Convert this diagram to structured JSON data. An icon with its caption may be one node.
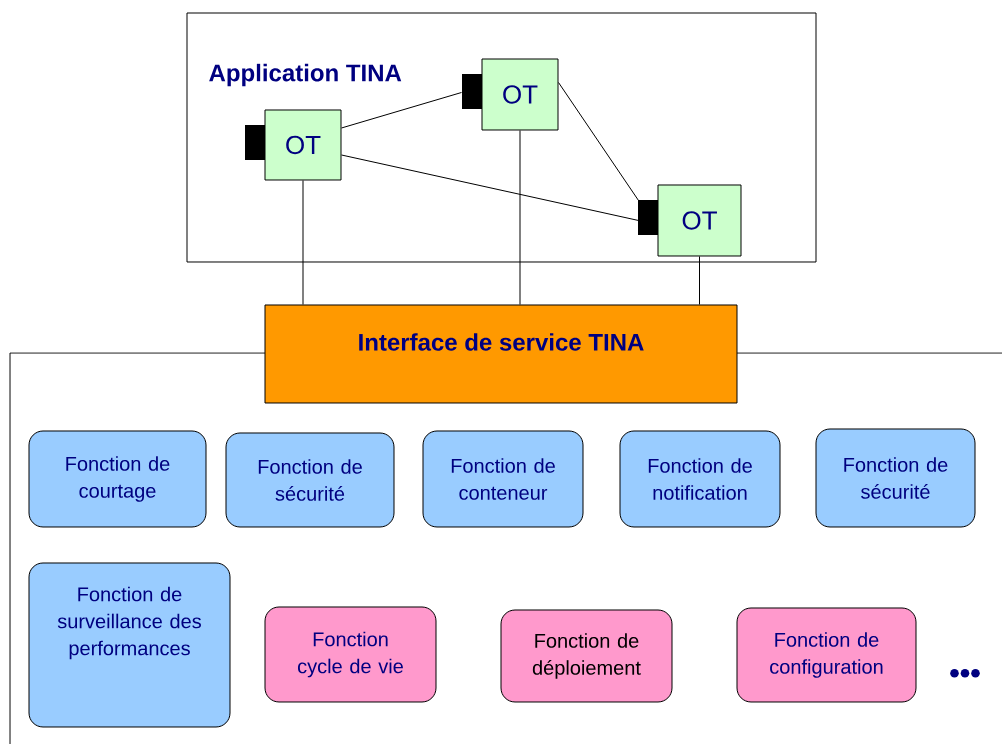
{
  "diagram": {
    "nodes": [
      {
        "text": [
          "Application TINA"
        ]
      },
      {
        "text": [
          "OT"
        ],
        "in": 0
      },
      {
        "text": [
          "OT"
        ],
        "in": 0
      },
      {
        "text": [
          "OT"
        ],
        "in": 0
      },
      {
        "text": [
          "Interface de service TINA"
        ]
      },
      {
        "text": [],
        "shape": "box"
      },
      {
        "text": [
          "Fonction de courtage"
        ],
        "in": 5
      },
      {
        "text": [
          "Fonction de sécurité"
        ],
        "in": 5
      },
      {
        "text": [
          "Fonction de conteneur"
        ],
        "in": 5
      },
      {
        "text": [
          "Fonction de notification"
        ],
        "in": 5
      },
      {
        "text": [
          "Fonction de sécurité"
        ],
        "in": 5
      },
      {
        "text": [
          "Fonction de surveillance des performances"
        ],
        "in": 5
      },
      {
        "text": [
          "Fonction cycle de vie"
        ],
        "in": 5
      },
      {
        "text": [
          "Fonction de déploiement"
        ],
        "in": 5
      },
      {
        "text": [
          "Fonction de configuration"
        ],
        "in": 5
      }
    ],
    "edges": [
      {
        "from": 1,
        "to": 2,
        "arrow": "none"
      },
      {
        "from": 1,
        "to": 3,
        "arrow": "none"
      },
      {
        "from": 2,
        "to": 3,
        "arrow": "none"
      },
      {
        "from": 1,
        "to": 4,
        "arrow": "none"
      },
      {
        "from": 2,
        "to": 4,
        "arrow": "none"
      },
      {
        "from": 3,
        "to": 4,
        "arrow": "none"
      }
    ],
    "labels": [
      "•••"
    ]
  }
}
